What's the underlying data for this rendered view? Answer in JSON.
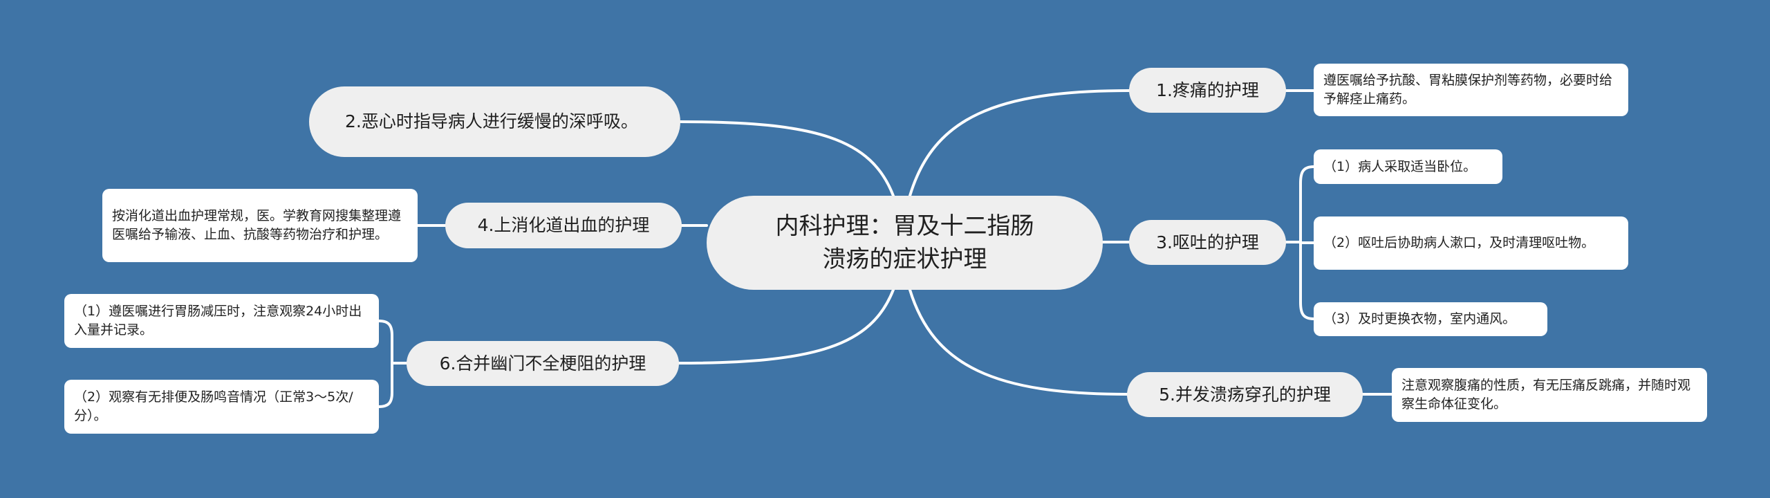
{
  "colors": {
    "background": "#3f74a6",
    "node_fill": "#efefef",
    "leaf_fill": "#ffffff",
    "connector": "#ffffff",
    "text": "#1f1f1f"
  },
  "center": {
    "title_line1": "内科护理：胃及十二指肠",
    "title_line2": "溃疡的症状护理"
  },
  "branches": [
    {
      "id": "b1",
      "label": "1.疼痛的护理",
      "side": "right",
      "children": [
        "遵医嘱给予抗酸、胃粘膜保护剂等药物，必要时给予解痉止痛药。"
      ]
    },
    {
      "id": "b2",
      "label": "2.恶心时指导病人进行缓慢的深呼吸。",
      "side": "left",
      "children": []
    },
    {
      "id": "b3",
      "label": "3.呕吐的护理",
      "side": "right",
      "children": [
        "（1）病人采取适当卧位。",
        "（2）呕吐后协助病人漱口，及时清理呕吐物。",
        "（3）及时更换衣物，室内通风。"
      ]
    },
    {
      "id": "b4",
      "label": "4.上消化道出血的护理",
      "side": "left",
      "children": [
        "按消化道出血护理常规，医。学教育网搜集整理遵医嘱给予输液、止血、抗酸等药物治疗和护理。"
      ]
    },
    {
      "id": "b5",
      "label": "5.并发溃疡穿孔的护理",
      "side": "right",
      "children": [
        "注意观察腹痛的性质，有无压痛反跳痛，并随时观察生命体征变化。"
      ]
    },
    {
      "id": "b6",
      "label": "6.合并幽门不全梗阻的护理",
      "side": "left",
      "children": [
        "（1）遵医嘱进行胃肠减压时，注意观察24小时出入量并记录。",
        "（2）观察有无排便及肠鸣音情况（正常3～5次/分）。"
      ]
    }
  ]
}
